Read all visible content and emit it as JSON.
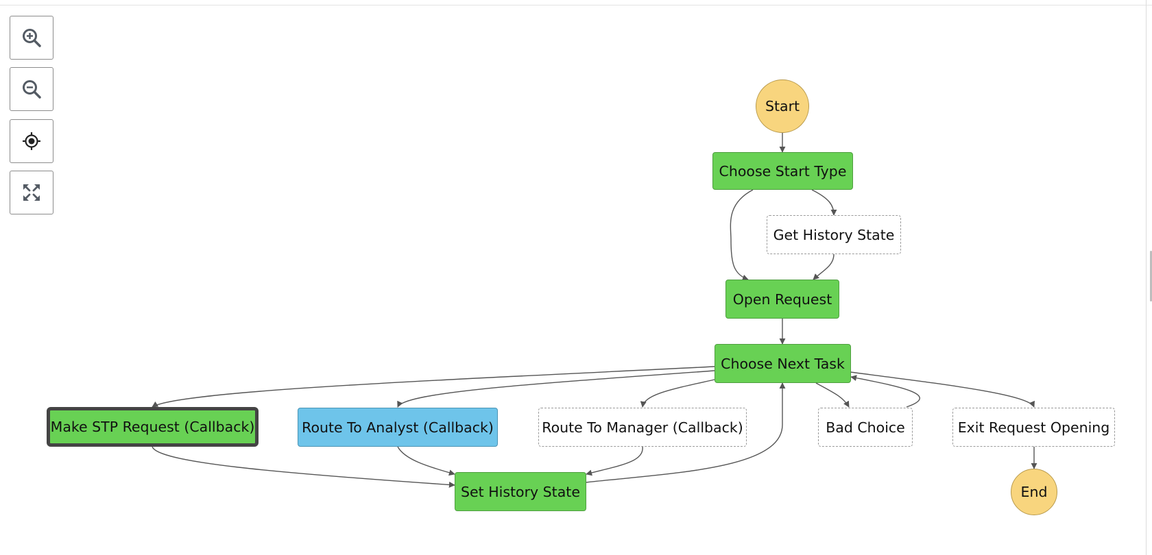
{
  "toolbar": [
    {
      "icon": "zoom-in-icon",
      "title": "Zoom in"
    },
    {
      "icon": "zoom-out-icon",
      "title": "Zoom out"
    },
    {
      "icon": "center-icon",
      "title": "Center"
    },
    {
      "icon": "fit-icon",
      "title": "Fit"
    }
  ],
  "colors": {
    "succeeded": "#68d154",
    "in_progress": "#6ec4ea",
    "not_started": "#ffffff",
    "terminal": "#f8d57e",
    "edge": "#555555"
  },
  "graph": {
    "start": "Start",
    "end": "End",
    "states": {
      "choose_start_type": "Choose Start Type",
      "get_history_state": "Get History State",
      "open_request": "Open Request",
      "choose_next_task": "Choose Next Task",
      "make_stp_request": "Make STP Request (Callback)",
      "route_to_analyst": "Route To Analyst (Callback)",
      "route_to_manager": "Route To Manager (Callback)",
      "bad_choice": "Bad Choice",
      "exit_request_opening": "Exit Request Opening",
      "set_history_state": "Set History State"
    }
  }
}
